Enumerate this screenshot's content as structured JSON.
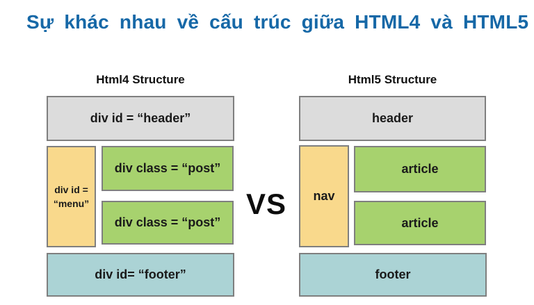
{
  "title": "Sự khác nhau về cấu trúc giữa HTML4 và HTML5",
  "vs_label": "VS",
  "colors": {
    "title_blue": "#1668a7",
    "header_fill": "#dcdcdc",
    "menu_nav_fill": "#f9d98c",
    "post_article_fill": "#a7d26e",
    "footer_fill": "#abd3d5",
    "box_border": "#7f7f7f",
    "background": "#ffffff",
    "text": "#1a1a1a"
  },
  "html4": {
    "heading": "Html4 Structure",
    "header_label": "div id = “header”",
    "menu_label_line1": "div id =",
    "menu_label_line2": "“menu”",
    "post1_label": "div class = “post”",
    "post2_label": "div class = “post”",
    "footer_label": "div id= “footer”"
  },
  "html5": {
    "heading": "Html5 Structure",
    "header_label": "header",
    "nav_label": "nav",
    "article1_label": "article",
    "article2_label": "article",
    "footer_label": "footer"
  }
}
